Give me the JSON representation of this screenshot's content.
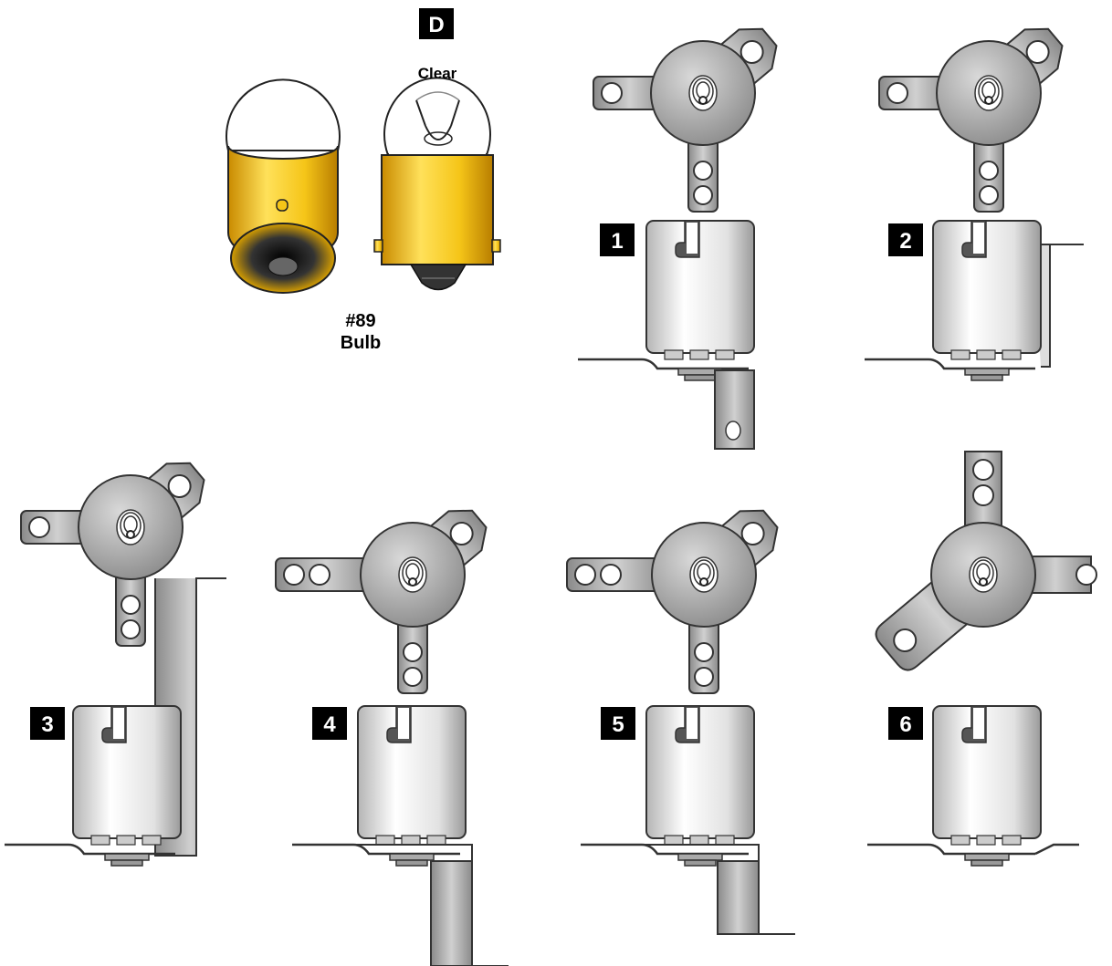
{
  "bulb": {
    "badge": "D",
    "clear_label": "Clear",
    "caption_line1": "#89",
    "caption_line2": "Bulb"
  },
  "sockets": [
    {
      "label": "1",
      "variant": "bracket-down-tab"
    },
    {
      "label": "2",
      "variant": "bracket-right-flat"
    },
    {
      "label": "3",
      "variant": "bracket-up-tall"
    },
    {
      "label": "4",
      "variant": "bracket-down-long"
    },
    {
      "label": "5",
      "variant": "bracket-down-short"
    },
    {
      "label": "6",
      "variant": "flat-plate"
    }
  ],
  "colors": {
    "badge_bg": "#000000",
    "badge_text": "#ffffff",
    "brass": "#f5c518",
    "socket_fill": "#e6e6e6",
    "plate_fill": "#bdbdbd",
    "outline": "#333333"
  }
}
